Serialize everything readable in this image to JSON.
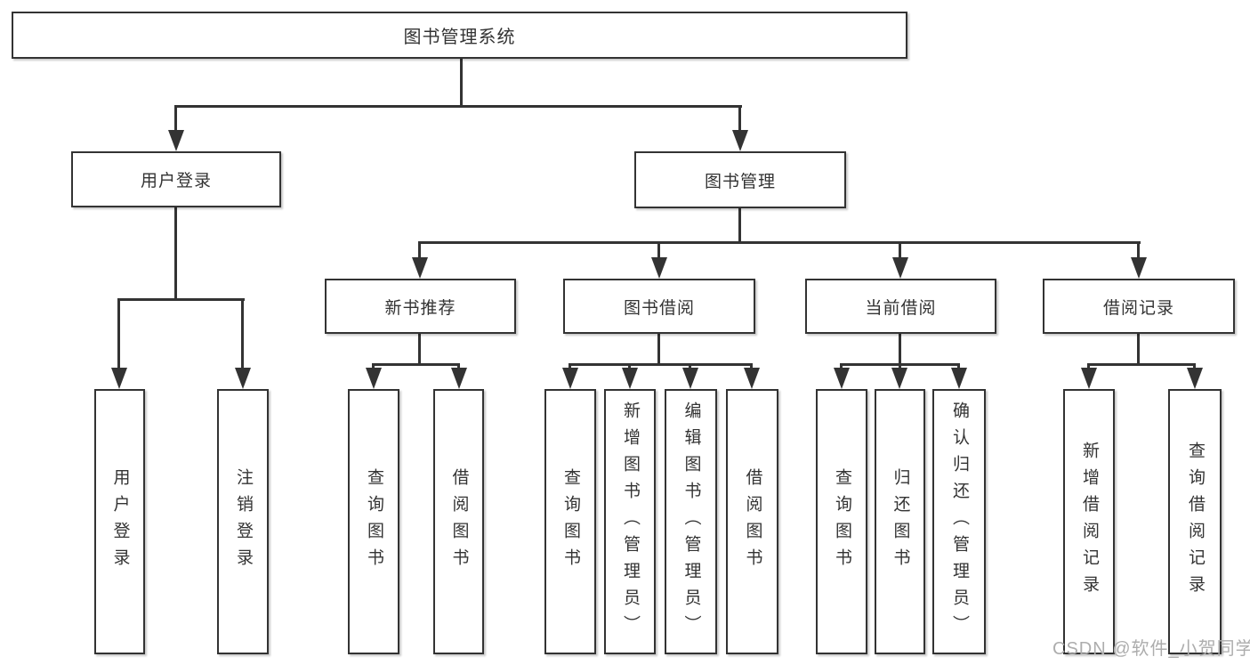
{
  "nodes": {
    "root": "图书管理系统",
    "level2": [
      "用户登录",
      "图书管理"
    ],
    "level3": [
      "新书推荐",
      "图书借阅",
      "当前借阅",
      "借阅记录"
    ],
    "leaves": {
      "user_login": [
        "用户登录",
        "注销登录"
      ],
      "new_book": [
        "查询图书",
        "借阅图书"
      ],
      "book_borrow": [
        "查询图书",
        "新增图书（管理员）",
        "编辑图书（管理员）",
        "借阅图书"
      ],
      "current_borrow": [
        "查询图书",
        "归还图书",
        "确认归还（管理员）"
      ],
      "borrow_records": [
        "新增借阅记录",
        "查询借阅记录"
      ]
    }
  },
  "watermark": "CSDN @软件_小贺同学",
  "colors": {
    "line": "#333333",
    "text": "#333333",
    "watermark": "#adadad",
    "background": "#ffffff"
  }
}
